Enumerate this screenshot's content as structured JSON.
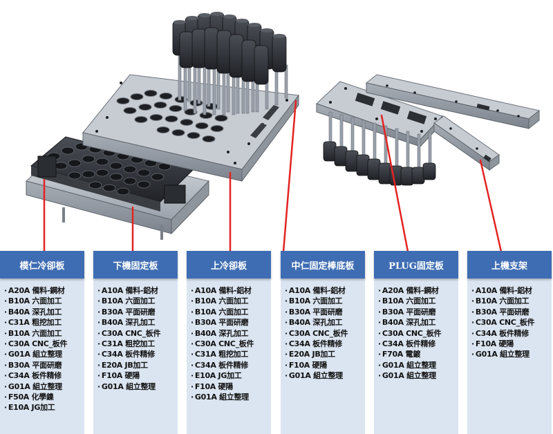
{
  "colors": {
    "header_bg": "#3e6db3",
    "column_bg": "#dbe5f1",
    "leader_line": "#e32222",
    "metal": "#b8bec6",
    "dark_part": "#2b2e33"
  },
  "illustration": {
    "icon": "mold-assembly-exploded-view-illustration"
  },
  "columns": [
    {
      "title": "模仁冷卻板",
      "items": [
        "A20A 備料-鋼材",
        "B10A 六面加工",
        "B40A 深孔加工",
        "C31A 粗挖加工",
        "B10A 六面加工",
        "C30A CNC_板件",
        "G01A 組立整理",
        "B30A 平面研磨",
        "C34A 板件精修",
        "G01A 組立整理",
        "F50A 化學鎳",
        "E10A JG加工"
      ]
    },
    {
      "title": "下機固定板",
      "items": [
        "A10A 備料-鋁材",
        "B10A 六面加工",
        "B30A 平面研磨",
        "B40A 深孔加工",
        "C30A CNC_板件",
        "C31A 粗挖加工",
        "C34A 板件精修",
        "E20A JB加工",
        "F10A 硬陽",
        "G01A 組立整理"
      ]
    },
    {
      "title": "上冷卻板",
      "items": [
        "A10A 備料-鋁材",
        "B10A 六面加工",
        "B10A 六面加工",
        "B30A 平面研磨",
        "B40A 深孔加工",
        "C30A CNC_板件",
        "C31A 粗挖加工",
        "C34A 板件精修",
        "E10A JG加工",
        "F10A 硬陽",
        "G01A 組立整理"
      ]
    },
    {
      "title": "中仁固定棒底板",
      "items": [
        "A10A 備料-鋁材",
        "B10A 六面加工",
        "B30A 平面研磨",
        "B40A 深孔加工",
        "C30A CNC_板件",
        "C34A 板件精修",
        "E20A JB加工",
        "F10A 硬陽",
        "G01A 組立整理"
      ]
    },
    {
      "title": "PLUG固定板",
      "items": [
        "A20A 備料-鋼材",
        "B10A 六面加工",
        "B30A 平面研磨",
        "B40A 深孔加工",
        "C30A CNC_板件",
        "C34A 板件精修",
        "F70A 電鍍",
        "G01A 組立整理",
        "G01A 組立整理"
      ]
    },
    {
      "title": "上機支架",
      "items": [
        "A10A 備料-鋁材",
        "B10A 六面加工",
        "B30A 平面研磨",
        "C30A CNC_板件",
        "C34A 板件精修",
        "F10A 硬陽",
        "G01A 組立整理"
      ]
    }
  ]
}
